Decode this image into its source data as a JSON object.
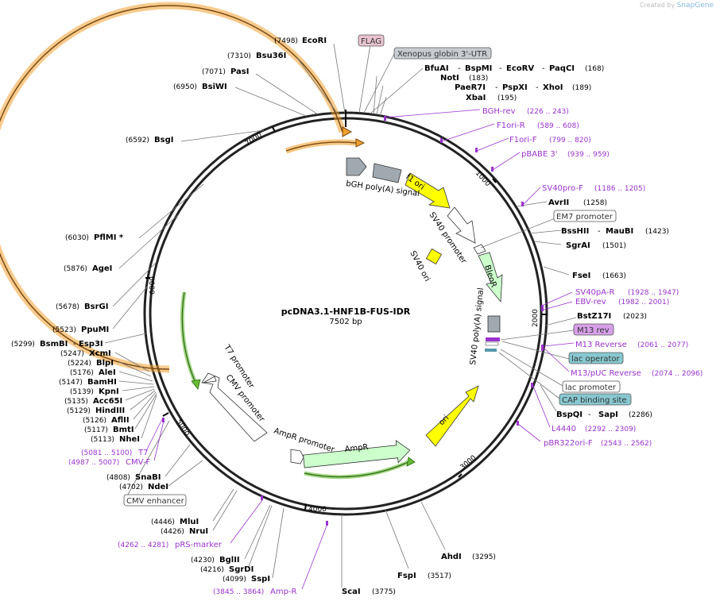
{
  "credit": {
    "prefix": "Created by",
    "brand": "SnapGene"
  },
  "plasmid": {
    "name": "pcDNA3.1-HNF1B-FUS-IDR",
    "size": "7502 bp"
  },
  "ticks": [
    "1000",
    "2000",
    "3000",
    "4000",
    "5000",
    "6000",
    "7000"
  ],
  "enzymes": [
    {
      "name": "EcoRI",
      "pos": "(7498)"
    },
    {
      "name": "Bsu36I",
      "pos": "(7310)"
    },
    {
      "name": "PasI",
      "pos": "(7071)"
    },
    {
      "name": "BsiWI",
      "pos": "(6950)"
    },
    {
      "name": "BsgI",
      "pos": "(6592)"
    },
    {
      "name": "PflMI *",
      "pos": "(6030)"
    },
    {
      "name": "AgeI",
      "pos": "(5876)"
    },
    {
      "name": "BsrGI",
      "pos": "(5678)"
    },
    {
      "name": "PpuMI",
      "pos": "(5523)"
    },
    {
      "name": "BsmBI",
      "pos": "(5299)",
      "extra": "Esp3I"
    },
    {
      "name": "XcmI",
      "pos": "(5247)"
    },
    {
      "name": "BlpI",
      "pos": "(5224)"
    },
    {
      "name": "AleI",
      "pos": "(5176)"
    },
    {
      "name": "BamHI",
      "pos": "(5147)"
    },
    {
      "name": "KpnI",
      "pos": "(5139)"
    },
    {
      "name": "Acc65I",
      "pos": "(5135)"
    },
    {
      "name": "HindIII",
      "pos": "(5129)"
    },
    {
      "name": "AflII",
      "pos": "(5126)"
    },
    {
      "name": "BmtI",
      "pos": "(5117)"
    },
    {
      "name": "NheI",
      "pos": "(5113)"
    },
    {
      "name": "SnaBI",
      "pos": "(4808)"
    },
    {
      "name": "NdeI",
      "pos": "(4702)"
    },
    {
      "name": "MluI",
      "pos": "(4446)"
    },
    {
      "name": "NruI",
      "pos": "(4426)"
    },
    {
      "name": "BglII",
      "pos": "(4230)"
    },
    {
      "name": "SgrDI",
      "pos": "(4216)"
    },
    {
      "name": "SspI",
      "pos": "(4099)"
    },
    {
      "name": "ScaI",
      "pos": "(3775)"
    },
    {
      "name": "FspI",
      "pos": "(3517)"
    },
    {
      "name": "AhdI",
      "pos": "(3295)"
    },
    {
      "name": "BspQI",
      "extra": "SapI",
      "pos": "(2286)"
    },
    {
      "name": "BstZ17I",
      "pos": "(2023)"
    },
    {
      "name": "FseI",
      "pos": "(1663)"
    },
    {
      "name": "SgrAI",
      "pos": "(1501)"
    },
    {
      "name": "BssHII",
      "extra": "MauBI",
      "pos": "(1423)"
    },
    {
      "name": "AvrII",
      "pos": "(1258)"
    },
    {
      "name": "XbaI",
      "pos": "(195)"
    },
    {
      "name": "PaeR7I",
      "extra": "PspXI",
      "extra2": "XhoI",
      "pos": "(189)"
    },
    {
      "name": "NotI",
      "pos": "(183)"
    },
    {
      "name": "BfuAI",
      "extra": "BspMI",
      "extra2": "EcoRV",
      "extra3": "PaqCI",
      "pos": "(168)"
    }
  ],
  "primers": [
    {
      "name": "BGH-rev",
      "range": "(226 .. 243)"
    },
    {
      "name": "F1ori-R",
      "range": "(589 .. 608)"
    },
    {
      "name": "F1ori-F",
      "range": "(799 .. 820)"
    },
    {
      "name": "pBABE 3'",
      "range": "(939 .. 959)"
    },
    {
      "name": "SV40pro-F",
      "range": "(1186 .. 1205)"
    },
    {
      "name": "SV40pA-R",
      "range": "(1928 .. 1947)"
    },
    {
      "name": "EBV-rev",
      "range": "(1982 .. 2001)"
    },
    {
      "name": "M13 Reverse",
      "range": "(2061 .. 2077)"
    },
    {
      "name": "M13/pUC Reverse",
      "range": "(2074 .. 2096)"
    },
    {
      "name": "L4440",
      "range": "(2292 .. 2309)"
    },
    {
      "name": "pBR322ori-F",
      "range": "(2543 .. 2562)"
    },
    {
      "name": "Amp-R",
      "range": "(3845 .. 3864)"
    },
    {
      "name": "pRS-marker",
      "range": "(4262 .. 4281)"
    },
    {
      "name": "CMV-F",
      "range": "(4987 .. 5007)"
    },
    {
      "name": "T7",
      "range": "(5081 .. 5100)"
    }
  ],
  "boxed": {
    "flag": "FLAG",
    "xenopus": "Xenopus globin 3'-UTR",
    "em7": "EM7 promoter",
    "m13rev": "M13 rev",
    "lacop": "lac operator",
    "lacpro": "lac promoter",
    "cap": "CAP binding site",
    "cmvenh": "CMV enhancer"
  },
  "features": {
    "bgh": "bGH poly(A) signal",
    "f1ori": "f1 ori",
    "sv40pro": "SV40 promoter",
    "sv40ori": "SV40 ori",
    "bleor": "BleoR",
    "sv40pa": "SV40 poly(A) signal",
    "ori": "ori",
    "ampr": "AmpR",
    "amprpro": "AmpR promoter",
    "cmvpro": "CMV promoter",
    "t7pro": "T7 promoter"
  },
  "colors": {
    "primer": "#9933cc",
    "f1": "#ffff00",
    "bleo": "#ccffcc",
    "ori": "#ffff00",
    "orange": "#f0a030",
    "green": "#66bb33",
    "grayFeature": "#a0a8b0"
  }
}
